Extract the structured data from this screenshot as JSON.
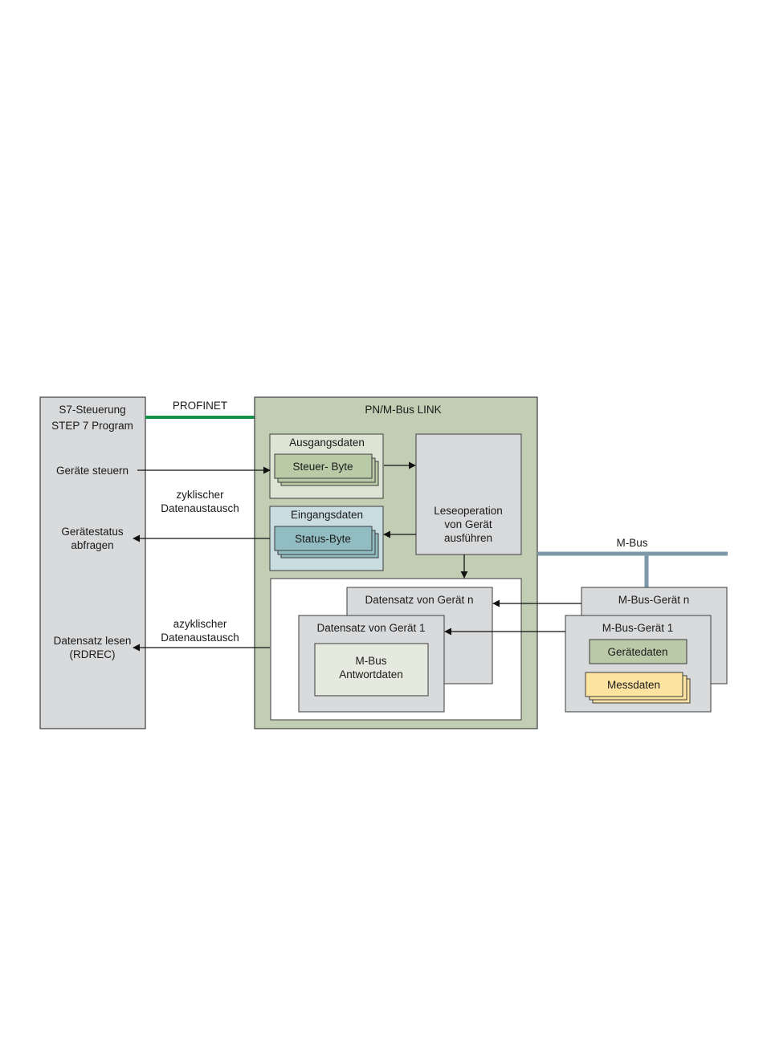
{
  "colors": {
    "controller_fill": "#d9dadc",
    "link_fill": "#c2ceb3",
    "output_panel_fill": "#dde4d4",
    "control_byte_fill": "#b8caa6",
    "input_panel_fill": "#c9dde1",
    "status_byte_fill": "#91bcc2",
    "read_op_fill": "#d8d9db",
    "dataset_fill": "#d9dadc",
    "mbus_reply_fill": "#e6e9de",
    "device_fill": "#d9dadc",
    "device_data_fill": "#bac9a8",
    "measured_data_fill": "#fde3a0",
    "profinet_line": "#16934a",
    "mbus_line": "#7d98a8",
    "stroke": "#3c3c3c"
  },
  "controller": {
    "title_line1": "S7-Steuerung",
    "title_line2": "STEP 7 Program",
    "item_control": "Geräte steuern",
    "item_status_line1": "Gerätestatus",
    "item_status_line2": "abfragen",
    "item_read_line1": "Datensatz lesen",
    "item_read_line2": "(RDREC)"
  },
  "profinet_label": "PROFINET",
  "exchange": {
    "cyclic_line1": "zyklischer",
    "cyclic_line2": "Datenaustausch",
    "acyclic_line1": "azyklischer",
    "acyclic_line2": "Datenaustausch"
  },
  "link": {
    "title": "PN/M-Bus LINK",
    "output_title": "Ausgangsdaten",
    "control_byte": "Steuer- Byte",
    "input_title": "Eingangsdaten",
    "status_byte": "Status-Byte",
    "read_op_line1": "Leseoperation",
    "read_op_line2": "von Gerät",
    "read_op_line3": "ausführen",
    "dataset_n": "Datensatz von Gerät n",
    "dataset_1": "Datensatz von Gerät 1",
    "reply_line1": "M-Bus",
    "reply_line2": "Antwortdaten"
  },
  "mbus_label": "M-Bus",
  "devices": {
    "device_n": "M-Bus-Gerät n",
    "device_1": "M-Bus-Gerät 1",
    "device_data": "Gerätedaten",
    "measured_data": "Messdaten"
  },
  "icons": {
    "arrowhead": "arrowhead-icon"
  }
}
